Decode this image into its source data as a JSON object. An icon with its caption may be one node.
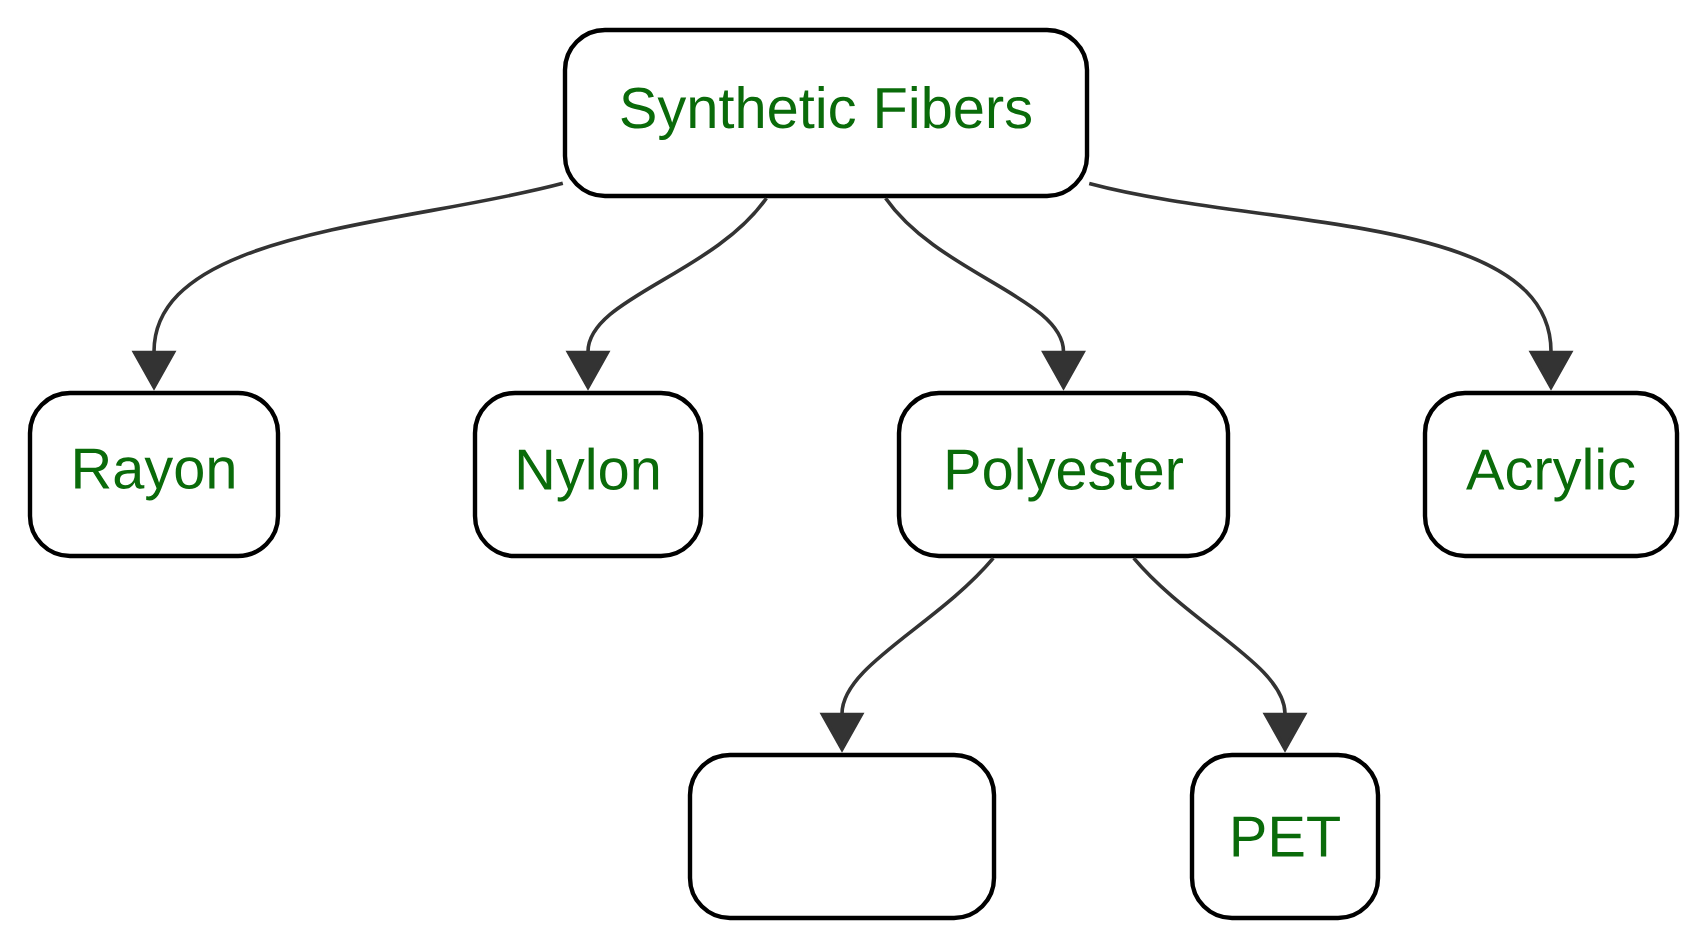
{
  "diagram": {
    "nodes": [
      {
        "text": [
          "Synthetic Fibers"
        ]
      },
      {
        "text": [
          "Rayon"
        ]
      },
      {
        "text": [
          "Nylon"
        ]
      },
      {
        "text": [
          "Polyester"
        ]
      },
      {
        "text": [
          "Acrylic"
        ]
      },
      {
        "text": [],
        "shape": "box"
      },
      {
        "text": [
          "PET"
        ]
      }
    ],
    "edges": [
      {
        "from": 0,
        "to": 1,
        "arrow": "to"
      },
      {
        "from": 0,
        "to": 2,
        "arrow": "to"
      },
      {
        "from": 0,
        "to": 3,
        "arrow": "to"
      },
      {
        "from": 0,
        "to": 4,
        "arrow": "to"
      },
      {
        "from": 3,
        "to": 5,
        "arrow": "to"
      },
      {
        "from": 3,
        "to": 6,
        "arrow": "to"
      }
    ]
  }
}
